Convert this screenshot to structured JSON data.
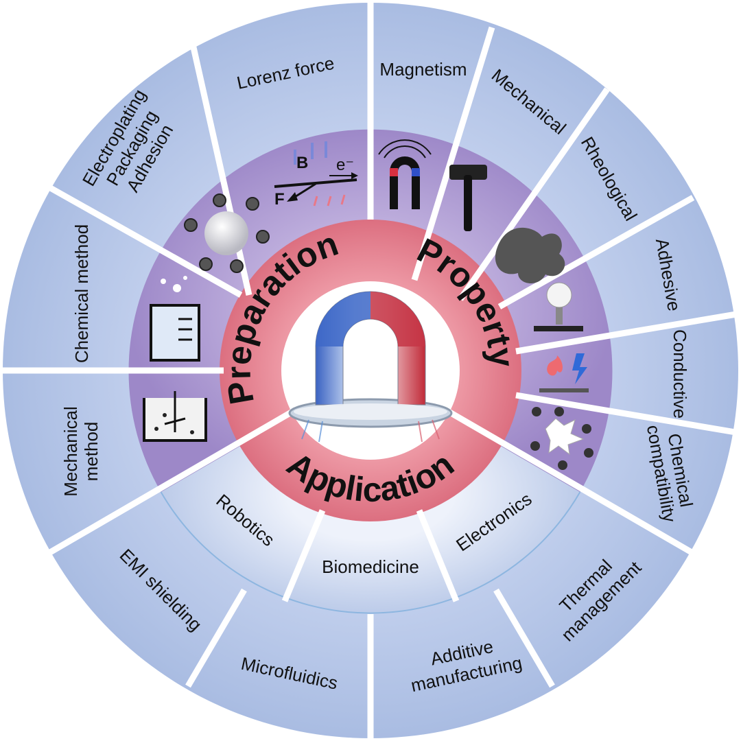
{
  "center": {
    "preparation": "Preparation",
    "property": "Property",
    "application": "Application"
  },
  "preparation": {
    "lorenz_force": "Lorenz force",
    "electroplating": "Electroplating",
    "packaging": "Packaging",
    "adhesion": "Adhesion",
    "chemical_method": "Chemical method",
    "mechanical_line1": "Mechanical",
    "mechanical_line2": "method"
  },
  "property": {
    "magnetism": "Magnetism",
    "mechanical": "Mechanical",
    "rheological": "Rheological",
    "adhesive": "Adhesive",
    "conductive": "Conductive",
    "chemical_line1": "Chemical",
    "chemical_line2": "compatibility"
  },
  "application": {
    "robotics": "Robotics",
    "biomedicine": "Biomedicine",
    "electronics": "Electronics",
    "emi_shielding": "EMI shielding",
    "microfluidics": "Microfluidics",
    "additive_line1": "Additive",
    "additive_line2": "manufacturing",
    "thermal_line1": "Thermal",
    "thermal_line2": "management"
  },
  "icon_labels": {
    "b": "B",
    "e": "e⁻",
    "f": "F"
  },
  "colors": {
    "outer_ring": "#b4c6e6",
    "inner_ring": "#a995cf",
    "center_ring": "#e4808e",
    "magnet_red": "#c8303e",
    "magnet_blue": "#3c6cc8"
  }
}
